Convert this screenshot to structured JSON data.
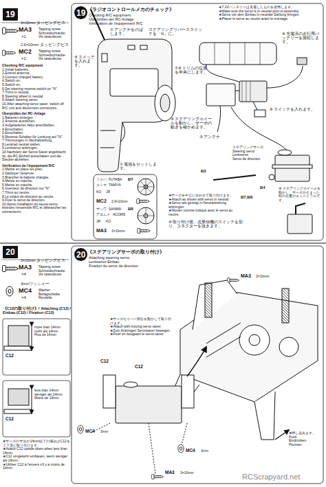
{
  "diagram": {
    "nodes": [
      {
        "text": [
          "19"
        ]
      },
      {
        "text": [
          "19"
        ]
      },
      {
        "text": [
          "20"
        ]
      },
      {
        "text": [
          "20"
        ]
      }
    ],
    "labels": [
      "3×10mm タッピングビス",
      "MA3",
      "×1",
      "Tapping screw",
      "Schneidschraube",
      "Vis taraudeuse",
      "2.6×10mm タッピングビス",
      "MC2",
      "×1",
      "Tapping screw",
      "Schneidschraube",
      "Vis taraudeuse",
      "Checking R/C equipment",
      "1.Install batteries.",
      "2.Extend antenna.",
      "3.Connect charged battery.",
      "4.Switch on.",
      "5.Switch on.",
      "6.Set steering reverse switch on \"N\".",
      "7.Trims in neutral.",
      "8.Steering wheel in neutral.",
      "9.Attach steering servo.",
      "10.After attaching servo saver, switch off R/C unit and disconnect connectors.",
      "Überprüfen der RC-Anlage",
      "1.Batterien einlegen.",
      "2.Antenne ausziehen.",
      "3.Aufgeladenen Akku anschließen.",
      "4.Einschalten.",
      "5.Einschalten.",
      "6.Reverse-Schalter für Lenkung auf \"N\".",
      "7.Trimmungen in Neutralstellung.",
      "8.Lenkrad neutral stellen.",
      "9.Lenkservo anbringen.",
      "10.Nachdem der Servo-Saver angebracht ist, die RC-Einheit ausschalten und die Stecker abziehen.",
      "Vérification de l'équipement R/C",
      "1.Mettre en place les piles.",
      "2.Déployer l'antenne.",
      "3.Brancher la batterie chargée.",
      "4.Mettre en marche.",
      "5.Mettre en marche.",
      "6.Inverseur de direction sur \"N\".",
      "7.Trims au neutre.",
      "8.Le volant de direction au neutre.",
      "9.Fixer le servo de direction.",
      "10.Après installation du sauve-servo, éteindre l'ensemble R/C et débrancher les connecteurs.",
      "《ラジオコントロールメカのチェック》",
      "Checking R/C equipment",
      "Überprüfen der RC-Anlage",
      "Vérification de l'équipement R/C",
      "★7.2Vバッテリーは充電したものを使用します。",
      "★Make sure the servo is in neutral prior to assembly.",
      "★Servo vor dem Einbau in neutrale Stellung bringen.",
      "★Placer le servo au neutre avant le montage.",
      "② アンテナをのばします。",
      "ステアリングリバーススイッチを「N」に。",
      "⑤ スイッチを入れます。",
      "⑦⑧ トリムの位置を中央にします。",
      "④ 充電済の走行用バッテリーを接続します。",
      "③ アンテナ",
      "⑥ スイッチを入れます。",
      "⑨ ステアリングホイールを動かし、サーボの動きを確かめます。",
      "① 電池をセットします。",
      "ステアリングサーボ",
      "Steering servo",
      "Lenkservo",
      "Servo de direction",
      "B4",
      "B3",
      "B7,B8",
      "⑨ ステアリングホイールを動かし、サーボが止まった時の位置がニュートラルです。",
      "フタバ",
      "FUTABA",
      "B7",
      "タミヤ",
      "TAMIYA",
      "KO",
      "JR",
      "MC2",
      "2.6×10mm",
      "サンワ",
      "SANWA",
      "B8",
      "アコムス",
      "ACOMS",
      "JR",
      "KO",
      "MA3",
      "3×10mm",
      "★サーボを中立に合わせて取り付けます。",
      "★Attach as shown with servo in neutral.",
      "★Servo wie gezeigt in Neutralstellung anbringen.",
      "★Monter comme indiqué avec le servo au neutre.",
      "⑩ 取り付け後、送受信機のスイッチを切り、コネクターを抜きます。",
      "3×10mm タッピングビス",
      "MA3",
      "×4",
      "Tapping screw",
      "Schneidschraube",
      "Vis taraudeuse",
      "3mmワッシャー",
      "MC4",
      "×4",
      "Washer",
      "Beilagscheibe",
      "Rondelle",
      "《C12の取り付け》/ Attaching (C12) /",
      "Einbau (C12) / Fixation (C12)",
      "more than 14mm",
      "mehr als 14mm",
      "Plus de 14mm",
      "C12",
      "less than 14mm",
      "weniger als 14mm",
      "Moins de 14mm",
      "C12",
      "★サーボの寸法が14mm以下の場合はC12を上下逆に取り付けます。",
      "★Attach C12 upside-down when less than 14mm.",
      "★C12 umgekehrt einbauen, wenn weniger als 14mm.",
      "★Utiliser C12 à l'envers s'il y a moins de 14mm.",
      "《ステアリングサーボの取り付け》",
      "Attaching steering servo",
      "Lenkservo-Einbau",
      "Fixation du servo de direction",
      "MA3",
      "3×10mm",
      "★サーボセイバー部分を動かして取り付けます。",
      "★Attach with moving servo saver.",
      "★Zum Anbringen Servosaver bewegen.",
      "★Fixer en bougeant le servo-saver.",
      "C12",
      "C12",
      "MC4",
      "3mm",
      "MC4",
      "3mm",
      "MA3",
      "3×10mm",
      "★押し込みます。",
      "Push.",
      "Eindrücken.",
      "Pousser.",
      "RCScrapyard.net"
    ]
  }
}
